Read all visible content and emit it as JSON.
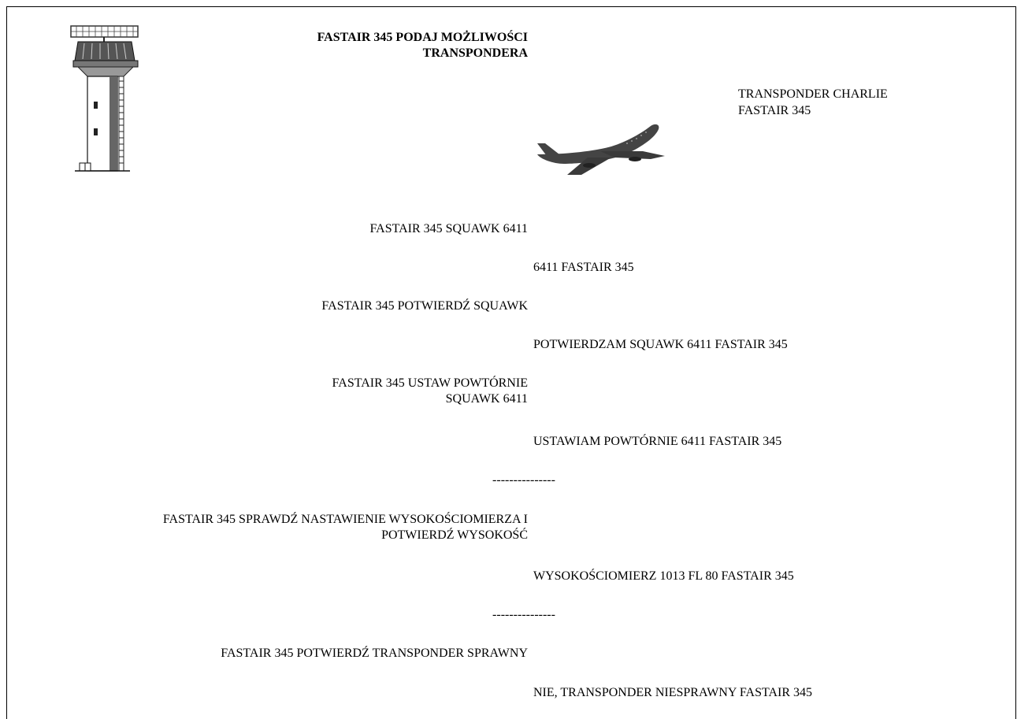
{
  "header": {
    "atc_title_line1": "FASTAIR 345 PODAJ MOŻLIWOŚCI",
    "atc_title_line2": "TRANSPONDERA",
    "pilot_reply_line1": "TRANSPONDER CHARLIE",
    "pilot_reply_line2": "FASTAIR 345"
  },
  "icons": {
    "tower": "control-tower-icon",
    "plane": "airplane-icon"
  },
  "exchanges": {
    "atc1": "FASTAIR 345 SQUAWK 6411",
    "pilot1": "6411 FASTAIR 345",
    "atc2": "FASTAIR 345 POTWIERDŹ SQUAWK",
    "pilot2": "POTWIERDZAM SQUAWK 6411 FASTAIR 345",
    "atc3_line1": "FASTAIR 345 USTAW POWTÓRNIE",
    "atc3_line2": "SQUAWK 6411",
    "pilot3": "USTAWIAM POWTÓRNIE 6411 FASTAIR 345",
    "separator1": "---------------",
    "atc4_line1": "FASTAIR 345 SPRAWDŹ NASTAWIENIE WYSOKOŚCIOMIERZA I",
    "atc4_line2": "POTWIERDŹ WYSOKOŚĆ",
    "pilot4": "WYSOKOŚCIOMIERZ 1013 FL 80 FASTAIR 345",
    "separator2": "---------------",
    "atc5": "FASTAIR 345 POTWIERDŹ TRANSPONDER SPRAWNY",
    "pilot5": "NIE, TRANSPONDER NIESPRAWNY FASTAIR 345"
  }
}
